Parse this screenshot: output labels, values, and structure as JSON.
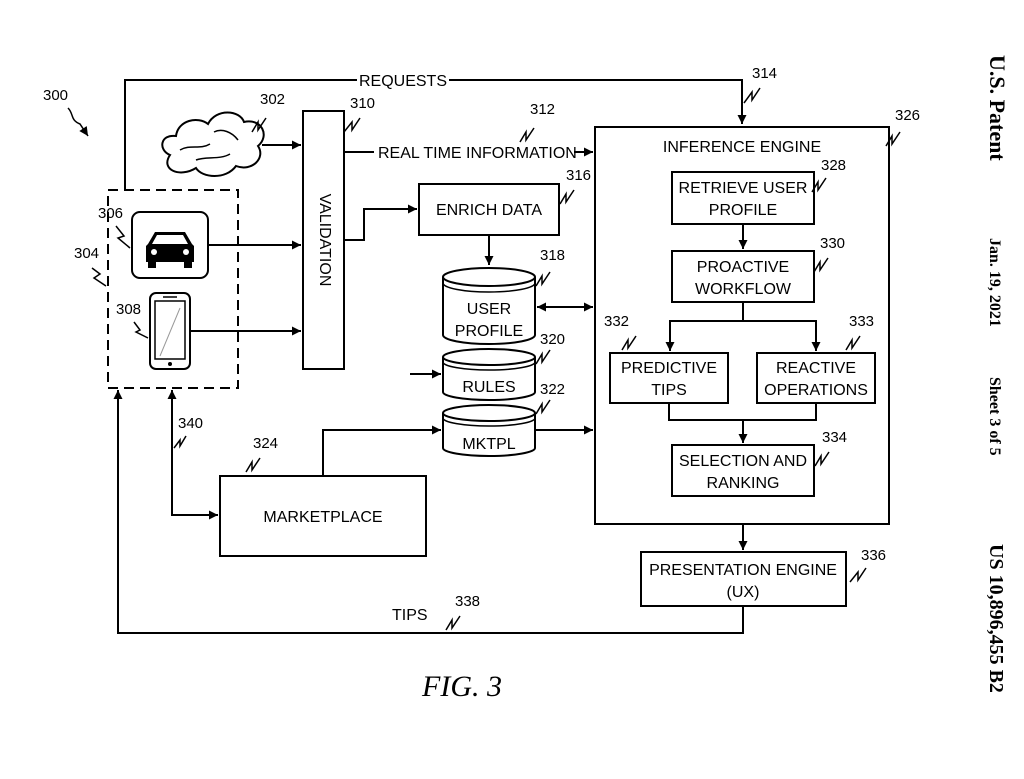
{
  "figure_label": "FIG. 3",
  "header": {
    "patent": "U.S. Patent",
    "date": "Jan. 19, 2021",
    "sheet": "Sheet 3 of 5",
    "number": "US 10,896,455 B2"
  },
  "refs": {
    "system": "300",
    "cloud": "302",
    "devices": "304",
    "car": "306",
    "phone": "308",
    "validation": "310",
    "realtime": "312",
    "requests": "314",
    "enrich": "316",
    "user_profile": "318",
    "rules": "320",
    "mktpl": "322",
    "marketplace": "324",
    "inference": "326",
    "retrieve": "328",
    "proactive": "330",
    "predictive": "332",
    "reactive": "333",
    "selection": "334",
    "presentation": "336",
    "tips": "338",
    "marketplace_link": "340"
  },
  "labels": {
    "requests": "REQUESTS",
    "realtime": "REAL TIME INFORMATION",
    "validation": "VALIDATION",
    "enrich": "ENRICH DATA",
    "user_profile_1": "USER",
    "user_profile_2": "PROFILE",
    "rules": "RULES",
    "mktpl": "MKTPL",
    "marketplace": "MARKETPLACE",
    "inference_engine": "INFERENCE ENGINE",
    "retrieve_1": "RETRIEVE USER",
    "retrieve_2": "PROFILE",
    "proactive_1": "PROACTIVE",
    "proactive_2": "WORKFLOW",
    "predictive_1": "PREDICTIVE",
    "predictive_2": "TIPS",
    "reactive_1": "REACTIVE",
    "reactive_2": "OPERATIONS",
    "selection_1": "SELECTION AND",
    "selection_2": "RANKING",
    "presentation_1": "PRESENTATION ENGINE",
    "presentation_2": "(UX)",
    "tips": "TIPS"
  }
}
